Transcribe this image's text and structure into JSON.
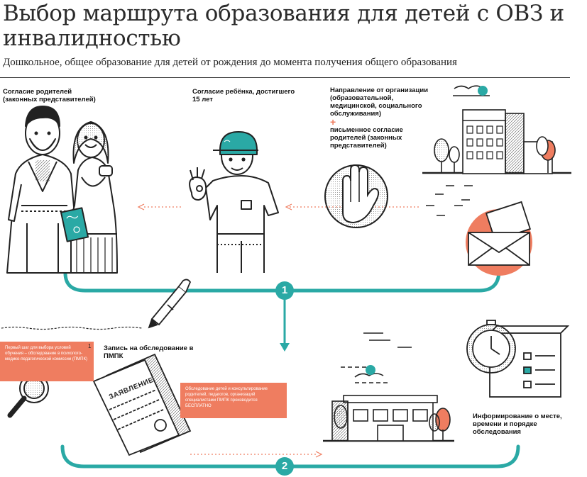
{
  "title": "Выбор маршрута образования для детей с ОВЗ и инвалидностью",
  "subtitle": "Дошкольное, общее образование для детей от рождения до момента получения общего образования",
  "steps": {
    "step1": "1",
    "step2": "2"
  },
  "top_labels": {
    "parents_consent": "Согласие родителей (законных представителей)",
    "child_consent": "Согласие ребёнка, достигшего 15 лет",
    "org_direction": "Направление от организации (образовательной, медицинской, социального обслуживания)",
    "plus": "+",
    "written_consent": "письменное согласие родителей (законных представителей)"
  },
  "bottom_labels": {
    "first_step_note": "Первый шаг для выбора условий обучения – обследование в психолого-медико-педагогической комиссии (ПМПК)",
    "first_step_mark": "1",
    "registration": "Запись на обследование в ПМПК",
    "application_word": "ЗАЯВЛЕНИЕ",
    "free_note": "Обследование детей и консультирование родителей, педагогов, организаций специалистами ПМПК производится БЕСПЛАТНО",
    "informing": "Информирование о месте, времени и порядке обследования"
  },
  "colors": {
    "teal": "#2aa9a5",
    "coral": "#ef7d60",
    "ink": "#222222"
  }
}
